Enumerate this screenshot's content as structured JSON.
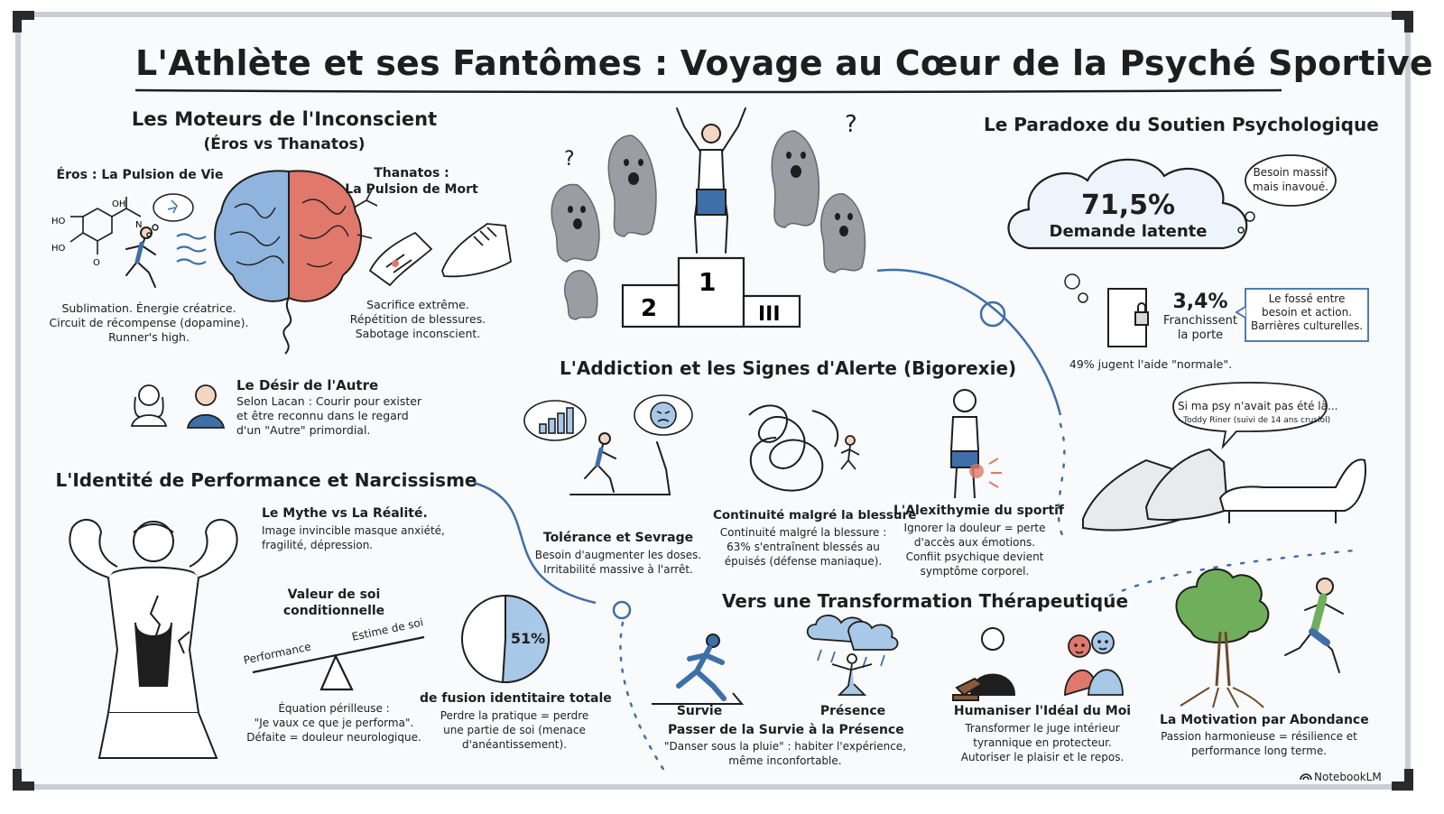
{
  "title": "L'Athlète et ses Fantômes : Voyage au Cœur de la Psyché Sportive",
  "moteurs": {
    "heading_line1": "Les Moteurs de l'Inconscient",
    "heading_line2": "(Éros vs Thanatos)",
    "eros_label": "Éros : La Pulsion de Vie",
    "thanatos_line1": "Thanatos :",
    "thanatos_line2": "La Pulsion de Mort",
    "molecule_labels": [
      "OH",
      "HO",
      "HO",
      "N",
      "O"
    ],
    "eros_text": [
      "Sublimation. Énergie créatrice.",
      "Circuit de récompense (dopamine).",
      "Runner's high."
    ],
    "thanatos_text": [
      "Sacrifice extrême.",
      "Répétition de blessures.",
      "Sabotage inconscient."
    ],
    "desir_title": "Le Désir de l'Autre",
    "desir_text": [
      "Selon Lacan : Courir pour exister",
      "et être reconnu dans le regard",
      "d'un \"Autre\" primordial."
    ]
  },
  "podium": {
    "first": "1",
    "second": "2",
    "third": "III"
  },
  "paradoxe": {
    "heading": "Le Paradoxe du Soutien Psychologique",
    "cloud_value": "71,5%",
    "cloud_label": "Demande latente",
    "bubble_text": [
      "Besoin massif",
      "mais inavoué."
    ],
    "door_value": "3,4%",
    "door_label": [
      "Franchissent",
      "la porte"
    ],
    "box_text": [
      "Le fossé entre",
      "besoin et action.",
      "Barrières culturelles."
    ],
    "normal_text": "49% jugent l'aide \"normale\".",
    "quote": "Si ma psy n'avait pas été là...",
    "quote_author": "- Toddy Riner (suivi de 14 ans cruslol)"
  },
  "addiction": {
    "heading": "L'Addiction et les Signes d'Alerte (Bigorexie)",
    "tolerance_title": "Tolérance et Sevrage",
    "tolerance_text": [
      "Besoin d'augmenter les doses.",
      "Irritabilité massive à l'arrêt."
    ],
    "continuite_title": "Continuité malgré la blessure",
    "continuite_text": [
      "Continuité malgré la blessure :",
      "63% s'entraînent blessés au",
      "épuisés (défense maniaque)."
    ],
    "alexithymie_title": "L'Alexithymie du sportif",
    "alexithymie_text": [
      "Ignorer la douleur = perte",
      "d'accès aux émotions.",
      "Confiit psychique devient",
      "symptôme corporel."
    ]
  },
  "identite": {
    "heading": "L'Identité de Performance et Narcissisme",
    "mythe_title": "Le Mythe vs La Réalité.",
    "mythe_text": [
      "Image invincible masque anxiété,",
      "fragilité, dépression."
    ],
    "valeur_title": [
      "Valeur de soi",
      "conditionnelle"
    ],
    "seesaw_left": "Performance",
    "seesaw_right": "Estime de soi",
    "equation_text": [
      "Équation périlleuse :",
      "\"Je vaux ce que je performa\".",
      "Défaite = douleur neurologique."
    ],
    "pie_label": "51%",
    "pie_value": 51,
    "fusion_title": "de fusion identitaire totale",
    "fusion_text": [
      "Perdre la pratique = perdre",
      "une partie de soi (menace",
      "d'anéantissement)."
    ]
  },
  "transformation": {
    "heading": "Vers une Transformation Thérapeutique",
    "survie_label": "Survie",
    "presence_label": "Présence",
    "passer_title": "Passer de la Survie à la Présence",
    "passer_text": [
      "\"Danser sous la pluie\" : habiter l'expérience,",
      "même inconfortable."
    ],
    "humaniser_title": "Humaniser l'Idéal du Moi",
    "humaniser_text": [
      "Transformer le juge intérieur",
      "tyrannique en protecteur.",
      "Autoriser le plaisir et le repos."
    ],
    "motivation_title": "La Motivation par Abondance",
    "motivation_text": [
      "Passion harmonieuse = résilience et",
      "performance long terme."
    ]
  },
  "watermark": "NotebookLM",
  "colors": {
    "ink": "#1e1e1e",
    "accent_blue": "#3e6fa8",
    "light_blue": "#a8c8e8",
    "brain_red": "#e0786c",
    "brain_blue": "#8fb4dd",
    "frame": "#c9ced4"
  }
}
